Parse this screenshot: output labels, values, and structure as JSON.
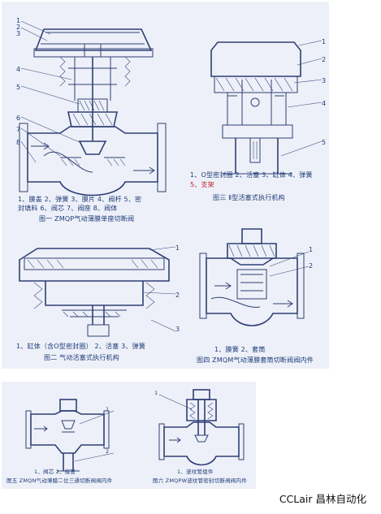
{
  "figure1": {
    "numbers": [
      "1",
      "2",
      "3",
      "4",
      "5",
      "6",
      "7",
      "8"
    ],
    "caption_line1": "1、膜盖  2、弹簧  3、膜片  4、阀杆  5、密",
    "caption_line2": "封填料  6、阀芯  7、阀座  8、阀体",
    "title": "图一  ZMQP气动薄膜单座切断阀"
  },
  "figure3": {
    "numbers": [
      "1",
      "2",
      "3",
      "4",
      "5"
    ],
    "caption_line1": "1、O型密封圈  2、活塞  3、缸体  4、弹簧",
    "caption_line2": "5、支架",
    "title": "图三  Ⅱ型活塞式执行机构"
  },
  "figure2": {
    "numbers": [
      "1",
      "2",
      "3"
    ],
    "caption_line1": "1、缸体（含O型密封圈） 2、活塞  3、弹簧",
    "title": "图二  气动活塞式执行机构"
  },
  "figure4": {
    "numbers": [
      "1",
      "2"
    ],
    "caption_line1": "1、膜簧   2、套筒",
    "title": "图四  ZMQM气动薄膜套筒切断阀阀内件"
  },
  "figure5": {
    "numbers": [
      "1",
      "2"
    ],
    "caption_line1": "1、阀芯  2、接管",
    "title": "图五  ZMQN气动薄膜二位三通切断阀阀内件"
  },
  "figure6": {
    "numbers": [
      "1"
    ],
    "caption_line1": "1、波纹管组件",
    "title": "图六  ZMQPW波纹管密封切断阀阀内件"
  },
  "watermark": "CCLair 昌林自动化"
}
